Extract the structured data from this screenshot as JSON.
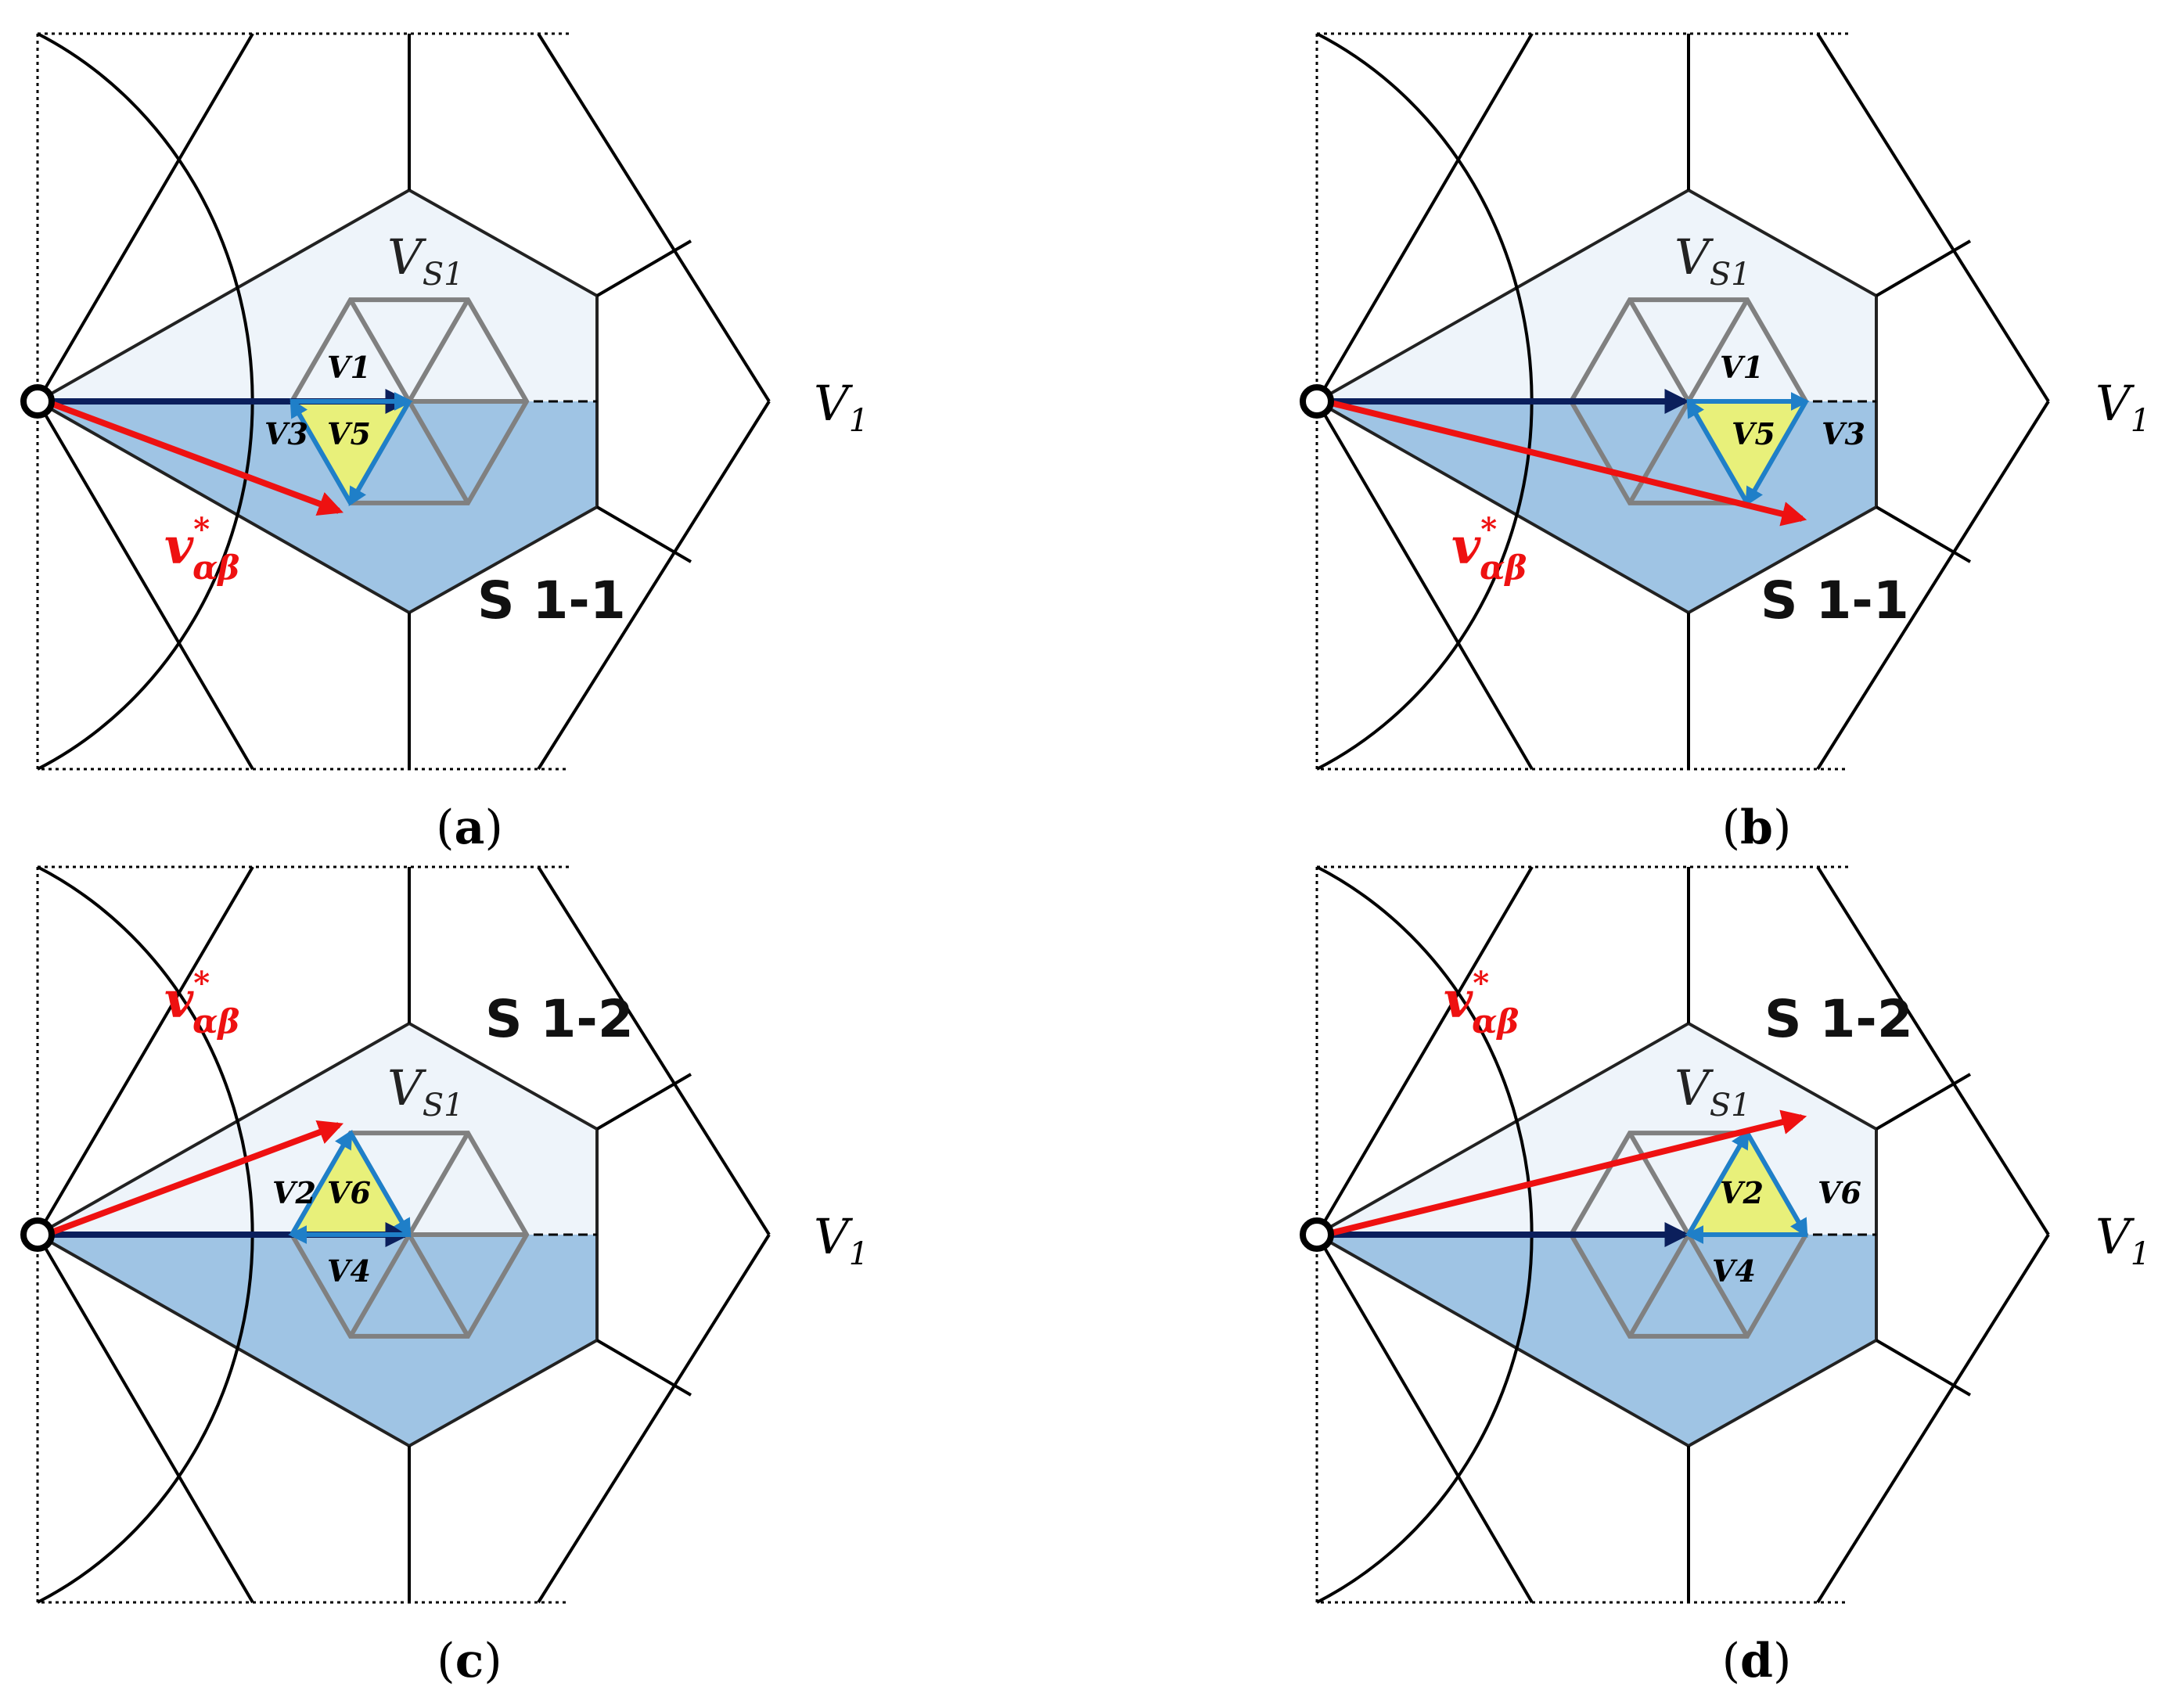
{
  "figure": {
    "panels": [
      {
        "id": "a",
        "label_open": "(",
        "label_letter": "a",
        "label_close": ")",
        "sector_label": "S 1-1",
        "vs_label_main": "V",
        "vs_label_sub": "S1",
        "v1_label_main": "V",
        "v1_label_sub": "1",
        "ref_label_main": "v",
        "ref_label_sup": "*",
        "ref_label_sub": "αβ",
        "vec_labels": [
          "V1",
          "V3",
          "V5"
        ]
      },
      {
        "id": "b",
        "label_open": "(",
        "label_letter": "b",
        "label_close": ")",
        "sector_label": "S 1-1",
        "vs_label_main": "V",
        "vs_label_sub": "S1",
        "v1_label_main": "V",
        "v1_label_sub": "1",
        "ref_label_main": "v",
        "ref_label_sup": "*",
        "ref_label_sub": "αβ",
        "vec_labels": [
          "V1",
          "V3",
          "V5"
        ]
      },
      {
        "id": "c",
        "label_open": "(",
        "label_letter": "c",
        "label_close": ")",
        "sector_label": "S 1-2",
        "vs_label_main": "V",
        "vs_label_sub": "S1",
        "v1_label_main": "V",
        "v1_label_sub": "1",
        "ref_label_main": "v",
        "ref_label_sup": "*",
        "ref_label_sub": "αβ",
        "vec_labels": [
          "V2",
          "V4",
          "V6"
        ]
      },
      {
        "id": "d",
        "label_open": "(",
        "label_letter": "d",
        "label_close": ")",
        "sector_label": "S 1-2",
        "vs_label_main": "V",
        "vs_label_sub": "S1",
        "v1_label_main": "V",
        "v1_label_sub": "1",
        "ref_label_main": "v",
        "ref_label_sup": "*",
        "ref_label_sub": "αβ",
        "vec_labels": [
          "V2",
          "V4",
          "V6"
        ]
      }
    ],
    "colors": {
      "sector_light": "#eef4fa",
      "sector_dark": "#9fc4e4",
      "hex_grid": "#808080",
      "small_triangle": "#e8f07a",
      "vector_blue": "#1f7fc8",
      "vector_navy": "#0b1f5c",
      "reference_red": "#ee1111",
      "lines": "#000000"
    }
  }
}
